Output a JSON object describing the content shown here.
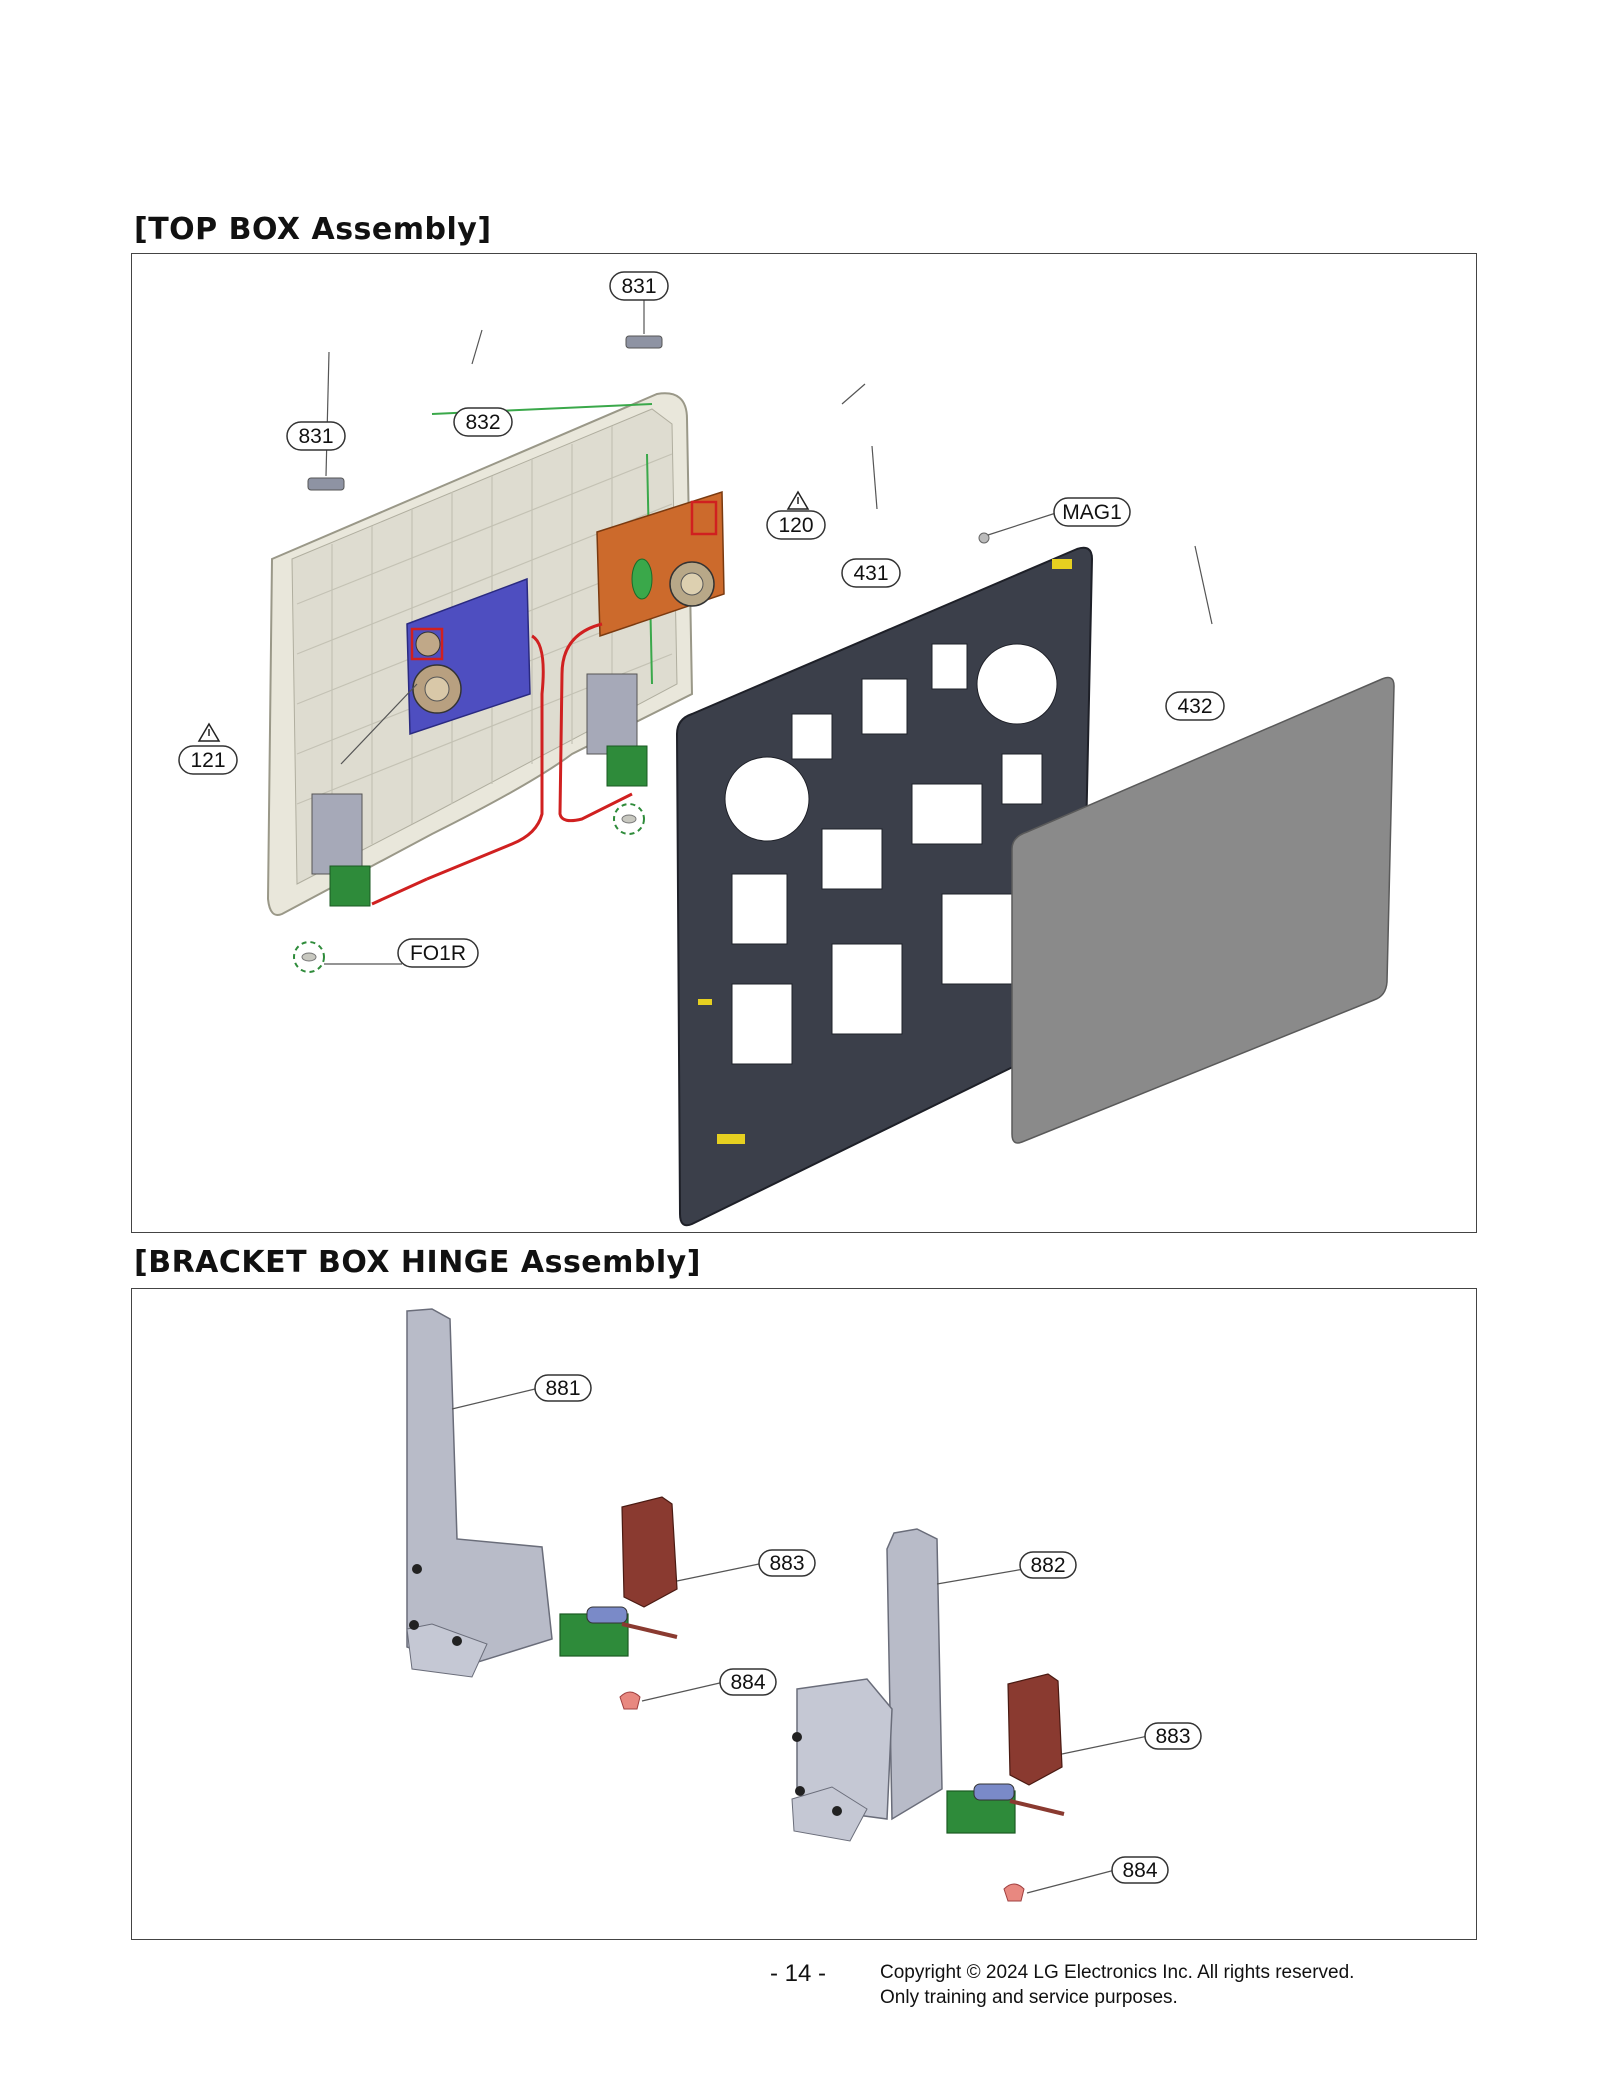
{
  "sections": [
    {
      "title": "[TOP BOX Assembly]"
    },
    {
      "title": "[BRACKET BOX HINGE Assembly]"
    }
  ],
  "top_box": {
    "callouts": {
      "c831a": "831",
      "c831b": "831",
      "c832": "832",
      "c120": "120",
      "cmag1": "MAG1",
      "c431": "431",
      "c432": "432",
      "c121": "121",
      "cfo1r": "FO1R"
    },
    "warning_symbol": "⚠"
  },
  "hinge": {
    "callouts": {
      "c881": "881",
      "c883a": "883",
      "c884a": "884",
      "c882": "882",
      "c883b": "883",
      "c884b": "884"
    }
  },
  "footer": {
    "page_number": "- 14 -",
    "copyright_line1": "Copyright © 2024 LG Electronics Inc. All rights reserved.",
    "copyright_line2": "Only training and service purposes."
  },
  "colors": {
    "frame_dark": "#3b3f4a",
    "panel_grey": "#8a8a8a",
    "pcb_blue": "#4a4ab8",
    "pcb_orange": "#c8642a",
    "wire_red": "#d02020",
    "hinge_green": "#2e8b3a",
    "bracket_red": "#8a3a30",
    "back_cover": "#e4e2d6"
  }
}
